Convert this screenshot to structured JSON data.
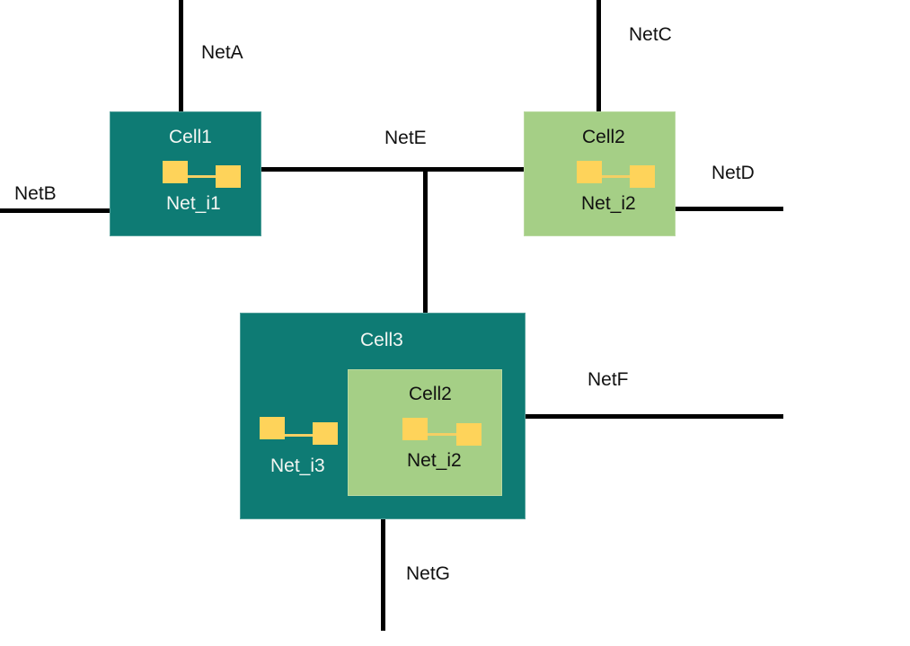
{
  "colors": {
    "outer_cell_fill": "#0e7b74",
    "inner_cell_fill": "#a5cf86",
    "port_fill": "#fed35a",
    "wire": "#000000"
  },
  "cells": {
    "cell1": {
      "name": "Cell1",
      "internal_net": "Net_i1"
    },
    "cell2_top": {
      "name": "Cell2",
      "internal_net": "Net_i2"
    },
    "cell3": {
      "name": "Cell3",
      "internal_net": "Net_i3",
      "child": {
        "name": "Cell2",
        "internal_net": "Net_i2"
      }
    }
  },
  "nets": {
    "netA": "NetA",
    "netB": "NetB",
    "netC": "NetC",
    "netD": "NetD",
    "netE": "NetE",
    "netF": "NetF",
    "netG": "NetG"
  }
}
